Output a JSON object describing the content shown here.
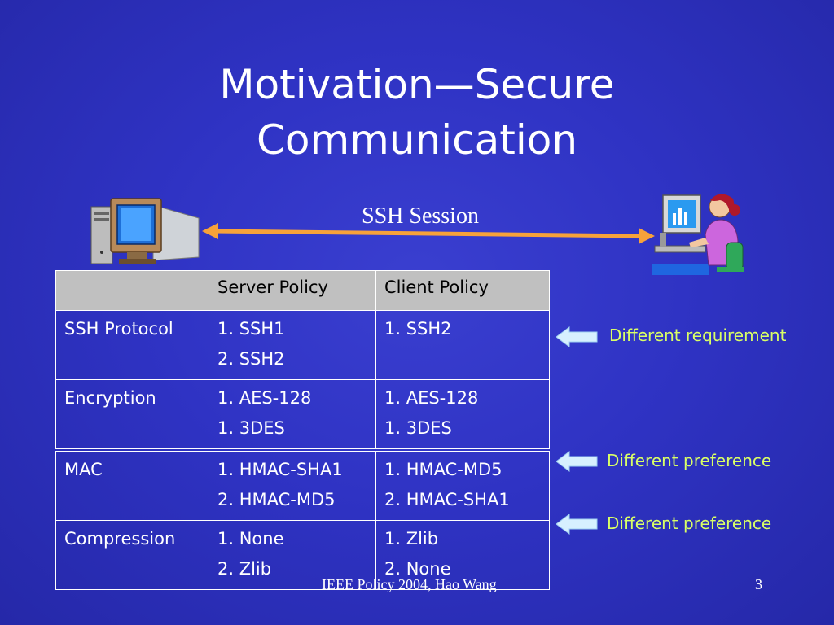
{
  "slide": {
    "title_line1": "Motivation—Secure",
    "title_line2": "Communication",
    "session_label": "SSH Session"
  },
  "table": {
    "headers": [
      "",
      "Server Policy",
      "Client Policy"
    ],
    "rows": [
      {
        "label": "SSH Protocol",
        "server": [
          "1. SSH1",
          "2. SSH2"
        ],
        "client": [
          "1. SSH2"
        ]
      },
      {
        "label": "Encryption",
        "server": [
          "1. AES-128",
          "1. 3DES"
        ],
        "client": [
          "1. AES-128",
          "1. 3DES"
        ]
      },
      {
        "label": "MAC",
        "server": [
          "1. HMAC-SHA1",
          "2. HMAC-MD5"
        ],
        "client": [
          "1. HMAC-MD5",
          "2. HMAC-SHA1"
        ]
      },
      {
        "label": "Compression",
        "server": [
          "1. None",
          "2. Zlib"
        ],
        "client": [
          "1. Zlib",
          "2. None"
        ]
      }
    ]
  },
  "notes": [
    "Different requirement",
    "Different preference",
    "Different preference"
  ],
  "footer": {
    "text": "IEEE Policy 2004, Hao Wang",
    "page_number": "3"
  },
  "icons": {
    "server": "desktop-computer-icon",
    "client": "user-at-computer-icon"
  },
  "colors": {
    "background": "#2f33c4",
    "arrow": "#f7a23a",
    "note_text": "#d9ff66",
    "header_fill": "#c0c0c0"
  }
}
